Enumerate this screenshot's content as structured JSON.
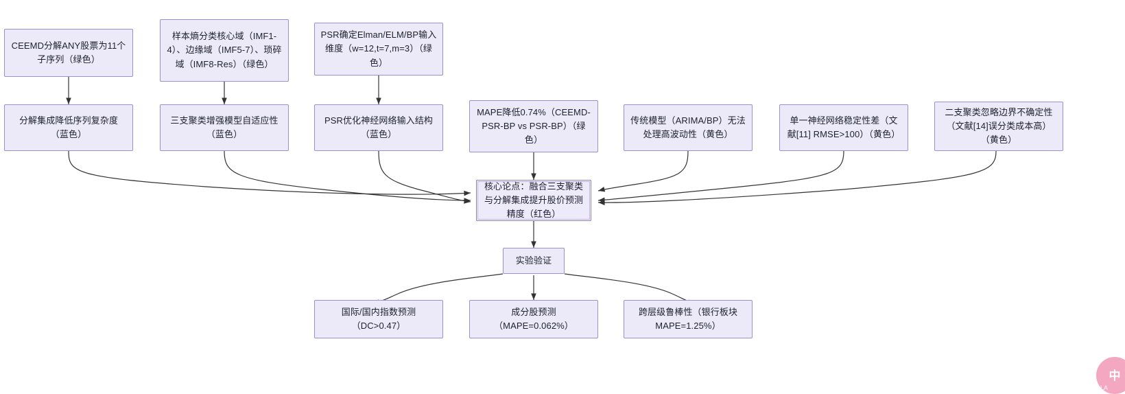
{
  "diagram": {
    "type": "flowchart",
    "direction": "top-down-converging",
    "background_color": "#ffffff",
    "node_fill_color": "#ECEAF8",
    "node_border_color": "#9B8FD0",
    "core_node_border_color": "#8C7CC6",
    "edge_color": "#333333",
    "nodes": [
      {
        "id": "n1",
        "label": "CEEMD分解ANY股票为11个子序列（绿色）"
      },
      {
        "id": "n2",
        "label": "样本熵分类核心域（IMF1-4）、边缘域（IMF5-7）、琐碎域（IMF8-Res）（绿色）"
      },
      {
        "id": "n3",
        "label": "PSR确定Elman/ELM/BP输入维度（w=12,t=7,m=3）（绿色）"
      },
      {
        "id": "n4",
        "label": "分解集成降低序列复杂度（蓝色）"
      },
      {
        "id": "n5",
        "label": "三支聚类增强模型自适应性（蓝色）"
      },
      {
        "id": "n6",
        "label": "PSR优化神经网络输入结构（蓝色）"
      },
      {
        "id": "n7",
        "label": "MAPE降低0.74%（CEEMD-PSR-BP vs PSR-BP）（绿色）"
      },
      {
        "id": "n8",
        "label": "传统模型（ARIMA/BP）无法处理高波动性（黄色）"
      },
      {
        "id": "n9",
        "label": "单一神经网络稳定性差（文献[11] RMSE>100）（黄色）"
      },
      {
        "id": "n10",
        "label": "二支聚类忽略边界不确定性（文献[14]误分类成本高）（黄色）"
      },
      {
        "id": "core",
        "label": "核心论点：融合三支聚类与分解集成提升股价预测精度（红色）"
      },
      {
        "id": "n11",
        "label": "实验验证"
      },
      {
        "id": "n12",
        "label": "国际/国内指数预测（DC>0.47）"
      },
      {
        "id": "n13",
        "label": "成分股预测（MAPE=0.062%）"
      },
      {
        "id": "n14",
        "label": "跨层级鲁棒性（银行板块MAPE=1.25%）"
      }
    ],
    "edges": [
      {
        "from": "n1",
        "to": "n4"
      },
      {
        "from": "n2",
        "to": "n5"
      },
      {
        "from": "n3",
        "to": "n6"
      },
      {
        "from": "n4",
        "to": "core"
      },
      {
        "from": "n5",
        "to": "core"
      },
      {
        "from": "n6",
        "to": "core"
      },
      {
        "from": "n7",
        "to": "core"
      },
      {
        "from": "n8",
        "to": "core"
      },
      {
        "from": "n9",
        "to": "core"
      },
      {
        "from": "n10",
        "to": "core"
      },
      {
        "from": "core",
        "to": "n11"
      },
      {
        "from": "n11",
        "to": "n12"
      },
      {
        "from": "n11",
        "to": "n13"
      },
      {
        "from": "n11",
        "to": "n14"
      }
    ]
  },
  "watermark": {
    "primary": "中",
    "secondary": "LA"
  }
}
